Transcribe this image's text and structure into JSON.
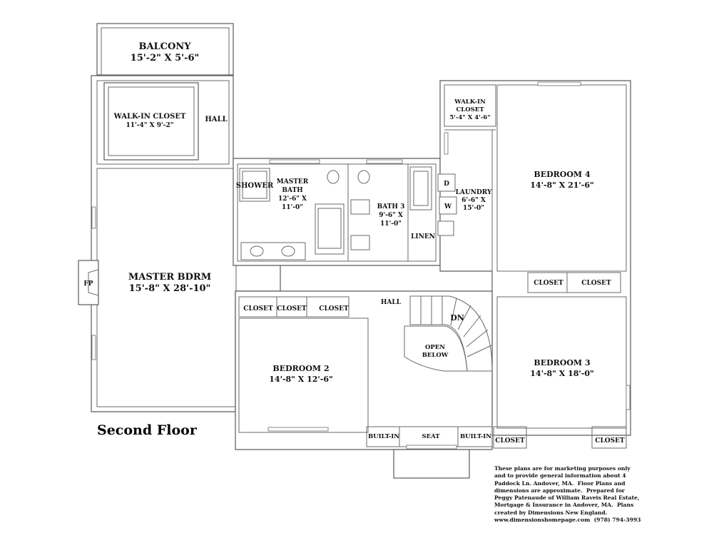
{
  "floor_title": "Second Floor",
  "rooms": {
    "balcony": {
      "name": "BALCONY",
      "dims": "15'-2\" X 5'-6\""
    },
    "walkin_master": {
      "name": "WALK-IN CLOSET",
      "dims": "11'-4\" X 9'-2\""
    },
    "hall_upper": {
      "name": "HALL"
    },
    "shower": {
      "name": "SHOWER"
    },
    "master_bath": {
      "line1": "MASTER",
      "line2": "BATH",
      "line3": "12'-6\" X",
      "line4": "11'-0\""
    },
    "bath3": {
      "line1": "BATH 3",
      "line2": "9'-6\" X",
      "line3": "11'-0\""
    },
    "linen": {
      "name": "LINEN"
    },
    "laundry": {
      "line1": "LAUNDRY",
      "line2": "6'-6\" X",
      "line3": "15'-0\""
    },
    "dryer": {
      "name": "D"
    },
    "washer": {
      "name": "W"
    },
    "walkin_bed4": {
      "line1": "WALK-IN",
      "line2": "CLOSET",
      "line3": "5'-4\" X 4'-6\""
    },
    "bedroom4": {
      "name": "BEDROOM 4",
      "dims": "14'-8\" X 21'-6\""
    },
    "closet_b4_left": {
      "name": "CLOSET"
    },
    "closet_b4_right": {
      "name": "CLOSET"
    },
    "master_bdrm": {
      "name": "MASTER BDRM",
      "dims": "15'-8\" X 28'-10\""
    },
    "fireplace": {
      "name": "FP"
    },
    "closet_1": {
      "name": "CLOSET"
    },
    "closet_2": {
      "name": "CLOSET"
    },
    "closet_3": {
      "name": "CLOSET"
    },
    "hall_main": {
      "name": "HALL"
    },
    "stair": {
      "name": "DN"
    },
    "open_below": {
      "line1": "OPEN",
      "line2": "BELOW"
    },
    "bedroom2": {
      "name": "BEDROOM 2",
      "dims": "14'-8\" X 12'-6\""
    },
    "bedroom3": {
      "name": "BEDROOM 3",
      "dims": "14'-8\" X 18'-0\""
    },
    "builtin_left": {
      "name": "BUILT-IN"
    },
    "seat": {
      "name": "SEAT"
    },
    "builtin_right": {
      "name": "BUILT-IN"
    },
    "closet_b3_left": {
      "name": "CLOSET"
    },
    "closet_b3_right": {
      "name": "CLOSET"
    }
  },
  "disclaimer": [
    "These plans are for marketing purposes only",
    "and to provide general information about 4",
    "Paddock Ln. Andover, MA.  Floor Plans and",
    "dimensions are approximate.  Prepared for",
    "Peggy Patenaude of William Raveis Real Estate,",
    "Mortgage & Insurance in Andover, MA.  Plans",
    "created by Dimensions New England.",
    "www.dimensionshomepage.com  (978) 794-3993"
  ]
}
